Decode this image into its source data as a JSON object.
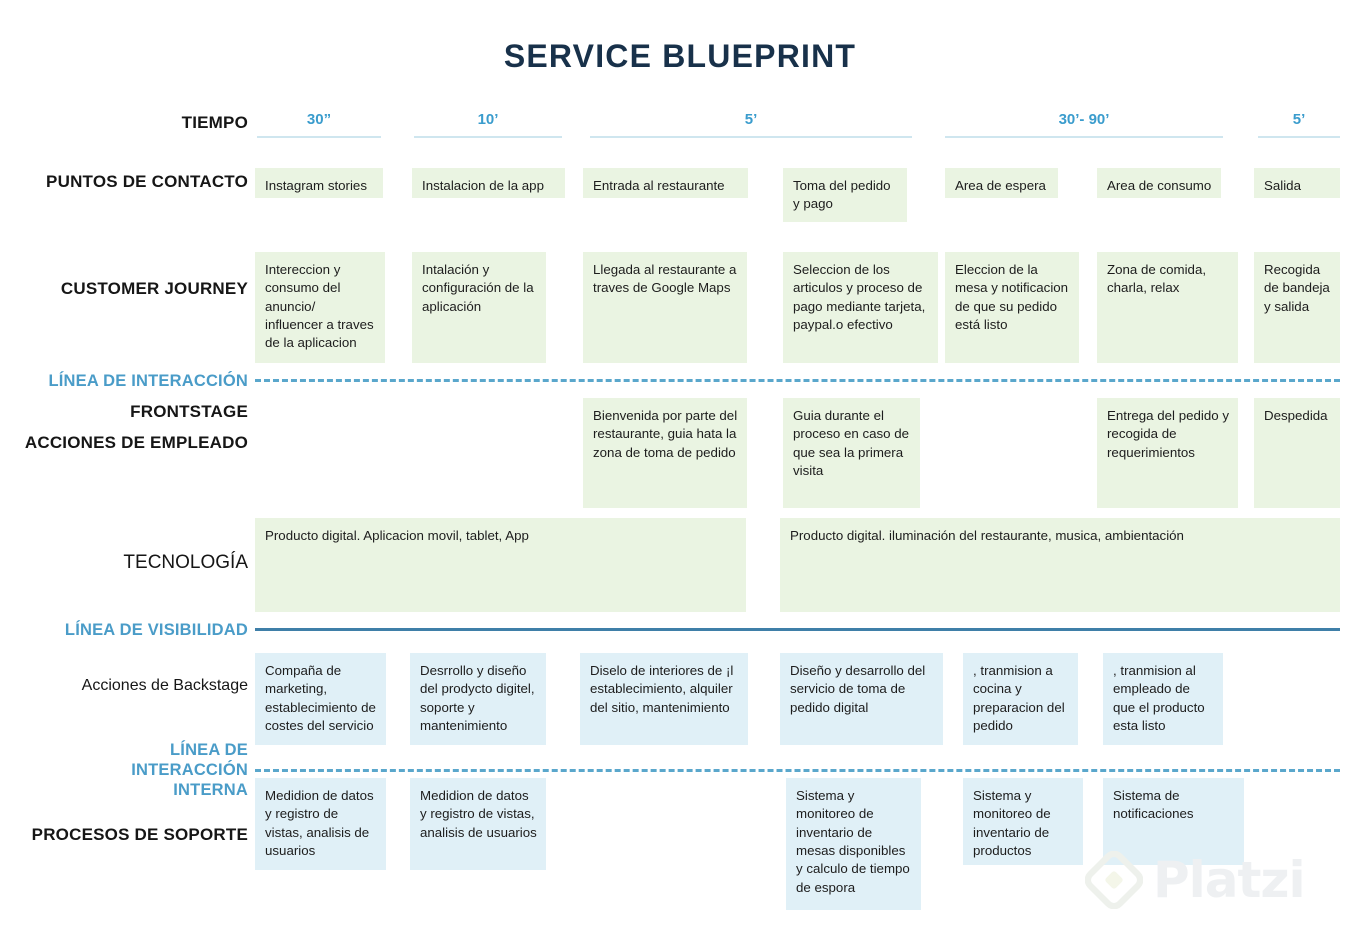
{
  "title": "SERVICE BLUEPRINT",
  "watermark": {
    "brand": "Platzi",
    "logo_icon": "platzi-diamond-logo"
  },
  "colors": {
    "title": "#18314a",
    "accent_blue": "#3a9ccd",
    "line_blue": "#5aa7cc",
    "visibility_line": "#3f7fa8",
    "green_cell": "#eaf4e2",
    "blue_cell": "#e0f0f7"
  },
  "row_labels": {
    "tiempo": "TIEMPO",
    "puntos_de_contacto": "PUNTOS DE CONTACTO",
    "customer_journey": "CUSTOMER JOURNEY",
    "linea_de_interaccion": "LÍNEA DE INTERACCIÓN",
    "frontstage": "FRONTSTAGE",
    "acciones_de_empleado": "ACCIONES DE EMPLEADO",
    "tecnologia": "TECNOLOGÍA",
    "linea_de_visibilidad": "LÍNEA DE VISIBILIDAD",
    "acciones_de_backstage": "Acciones de Backstage",
    "linea_interaccion_interna_l1": "LÍNEA DE",
    "linea_interaccion_interna_l2": "INTERACCIÓN",
    "linea_interaccion_interna_l3": "INTERNA",
    "procesos_de_soporte": "PROCESOS DE SOPORTE"
  },
  "tiempo": [
    {
      "label": "30”"
    },
    {
      "label": "10’"
    },
    {
      "label": "5’"
    },
    {
      "label": "30’- 90’"
    },
    {
      "label": "5’"
    }
  ],
  "puntos_de_contacto": [
    "Instagram stories",
    "Instalacion de la app",
    "Entrada al restaurante",
    "Toma del pedido y pago",
    "Area de espera",
    "Area de consumo",
    "Salida"
  ],
  "customer_journey": [
    "Intereccion y consumo del anuncio/ influencer a traves de la aplicacion",
    "Intalación y configuración de la aplicación",
    "Llegada al restaurante a traves de Google Maps",
    "Seleccion de los articulos y proceso de pago mediante tarjeta, paypal.o efectivo",
    "Eleccion de la mesa y notificacion de que su pedido está listo",
    "Zona de comida, charla, relax",
    "Recogida de bandeja y salida"
  ],
  "frontstage": [
    "",
    "",
    "Bienvenida por parte del restaurante, guia hata la zona de toma de pedido",
    "Guia durante el proceso en caso de que sea la primera visita",
    "",
    "Entrega del pedido y recogida de requerimientos",
    "Despedida"
  ],
  "tecnologia": [
    "Producto digital. Aplicacion movil, tablet, App",
    "Producto digital.  iluminación del restaurante, musica, ambientación"
  ],
  "acciones_de_backstage": [
    "Compaña de marketing, establecimiento de costes del servicio",
    "Desrrollo y diseño del prodycto digitel, soporte y mantenimiento",
    "Diselo de interiores de ¡l establecimiento, alquiler del sitio, mantenimiento",
    "Diseño y desarrollo del servicio de toma de pedido digital",
    ", tranmision a cocina y preparacion del pedido",
    ", tranmision al empleado de que el producto esta listo"
  ],
  "procesos_de_soporte": [
    "Medidion de datos y registro de vistas, analisis de usuarios",
    "Medidion de datos y registro de vistas, analisis de usuarios",
    "",
    "Sistema y monitoreo de inventario de mesas disponibles y calculo de tiempo de espora",
    "Sistema y monitoreo de inventario de productos",
    "Sistema de notificaciones",
    ""
  ]
}
